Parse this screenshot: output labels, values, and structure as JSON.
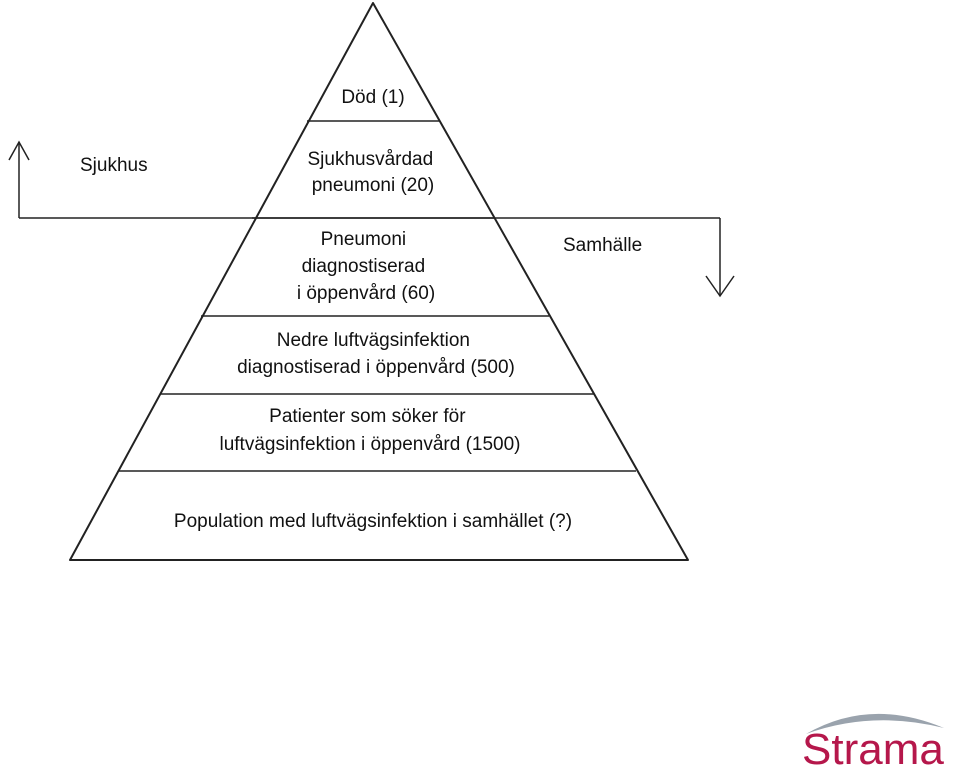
{
  "levels": [
    {
      "lines": [
        "Död (1)"
      ]
    },
    {
      "lines": [
        "Sjukhusvårdad",
        "pneumoni (20)"
      ]
    },
    {
      "lines": [
        "Pneumoni",
        "diagnostiserad",
        "i öppenvård (60)"
      ]
    },
    {
      "lines": [
        "Nedre luftvägsinfektion",
        "diagnostiserad i öppenvård (500)"
      ]
    },
    {
      "lines": [
        "Patienter som söker för",
        "luftvägsinfektion i öppenvård (1500)"
      ]
    },
    {
      "lines": [
        "Population med luftvägsinfektion i samhället (?)"
      ]
    }
  ],
  "boundary": {
    "upper_label": "Sjukhus",
    "lower_label": "Samhälle"
  },
  "logo": {
    "text": "Strama",
    "color": "#b5174b",
    "swoosh_color": "#9aa3ad"
  },
  "icons": {
    "up_arrow": "arrow-up-icon",
    "down_arrow": "arrow-down-icon"
  }
}
